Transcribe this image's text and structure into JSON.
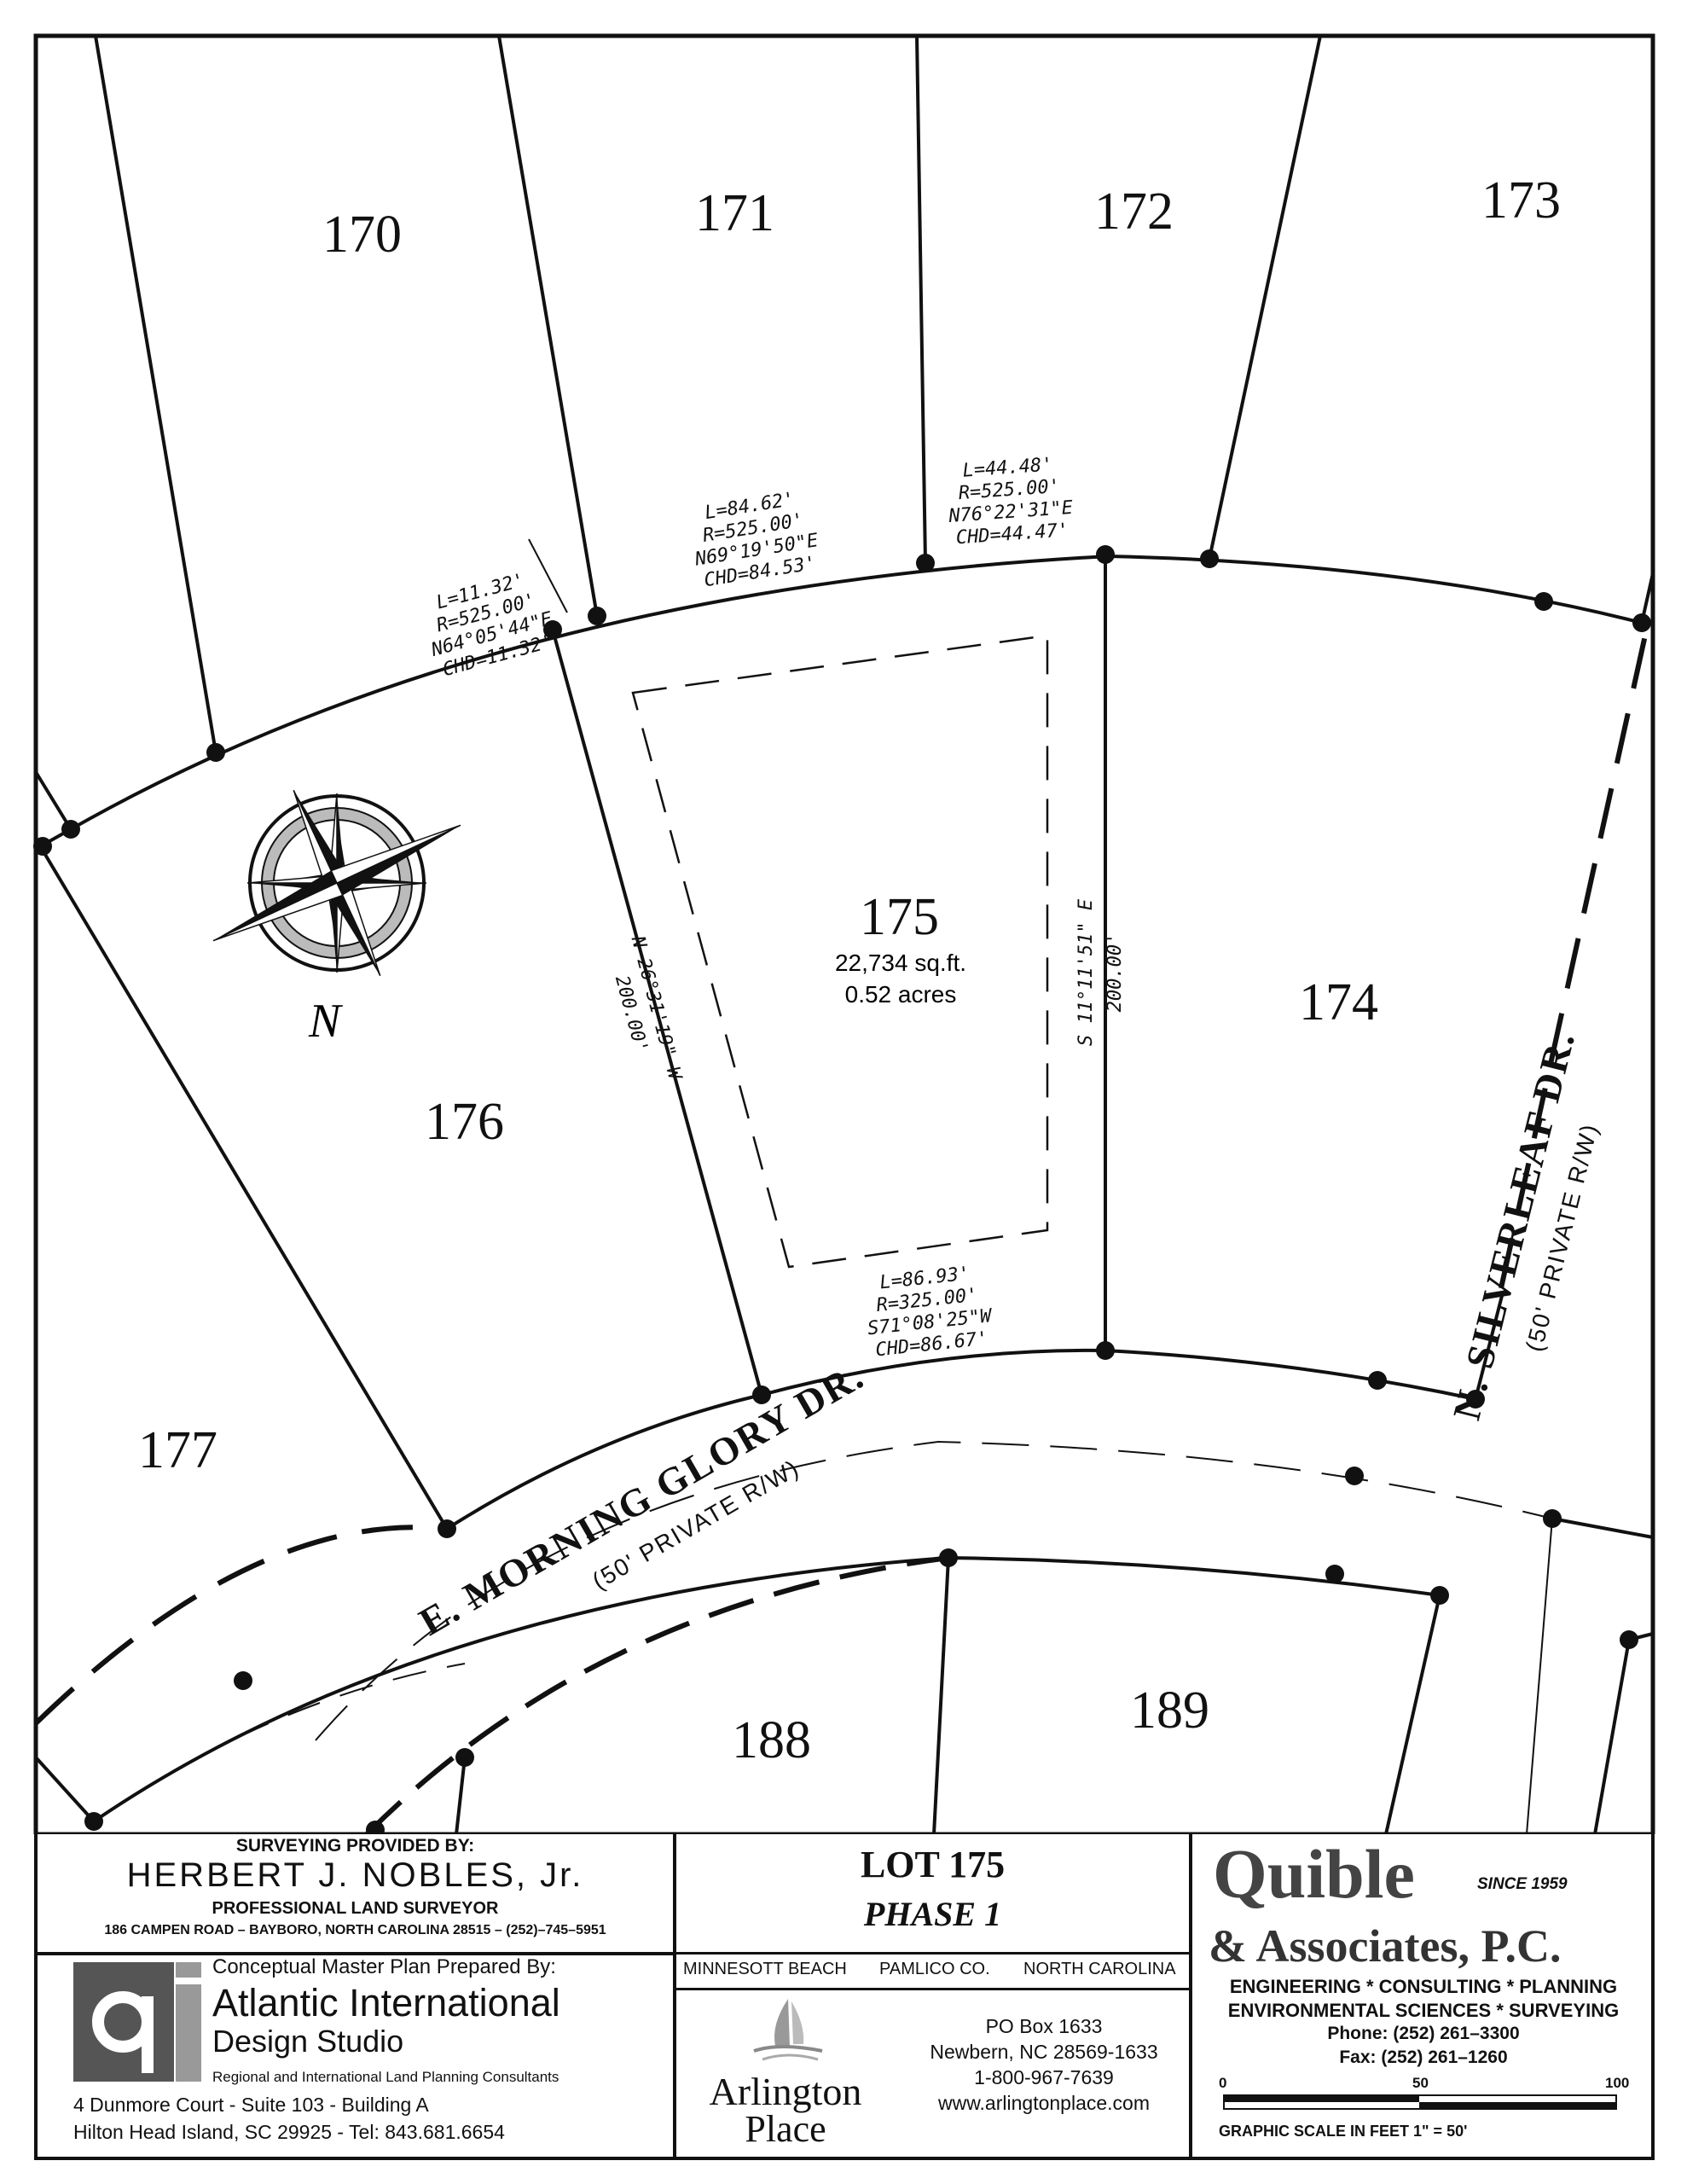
{
  "lots": {
    "l170": "170",
    "l171": "171",
    "l172": "172",
    "l173": "173",
    "l174": "174",
    "l175": "175",
    "l176": "176",
    "l177": "177",
    "l188": "188",
    "l189": "189"
  },
  "lot175_area": {
    "sqft": "22,734 sq.ft.",
    "acres": "0.52 acres"
  },
  "curves": {
    "c1": [
      "L=11.32'",
      "R=525.00'",
      "N64°05'44\"E",
      "CHD=11.32'"
    ],
    "c2": [
      "L=84.62'",
      "R=525.00'",
      "N69°19'50\"E",
      "CHD=84.53'"
    ],
    "c3": [
      "L=44.48'",
      "R=525.00'",
      "N76°22'31\"E",
      "CHD=44.47'"
    ],
    "c4": [
      "L=86.93'",
      "R=325.00'",
      "S71°08'25\"W",
      "CHD=86.67'"
    ]
  },
  "bearings": {
    "west": "N 26°31'19\" W",
    "west_dist": "200.00'",
    "east": "S 11°11'51\" E",
    "east_dist": "200.00'"
  },
  "streets": {
    "morning_glory": "E. MORNING GLORY DR.",
    "morning_glory_row": "(50' PRIVATE R/W)",
    "silverleaf": "N. SILVERLEAF DR.",
    "silverleaf_row": "(50' PRIVATE R/W)"
  },
  "north_label": "N",
  "surveyor": {
    "heading": "SURVEYING PROVIDED BY:",
    "name": "HERBERT J. NOBLES, Jr.",
    "title": "PROFESSIONAL LAND SURVEYOR",
    "address": "186 CAMPEN ROAD – BAYBORO, NORTH CAROLINA 28515 – (252)–745–5951"
  },
  "designer": {
    "heading": "Conceptual Master Plan Prepared By:",
    "name1": "Atlantic International",
    "name2": "Design Studio",
    "tagline": "Regional and International Land Planning Consultants",
    "addr1": "4 Dunmore Court - Suite 103 - Building A",
    "addr2": "Hilton Head Island, SC  29925 - Tel:  843.681.6654"
  },
  "lot_title": {
    "lot": "LOT 175",
    "phase": "PHASE 1"
  },
  "location": {
    "town": "MINNESOTT BEACH",
    "county": "PAMLICO CO.",
    "state": "NORTH CAROLINA"
  },
  "arlington": {
    "brand1": "Arlington",
    "brand2": "Place",
    "po": "PO Box 1633",
    "city": "Newbern, NC 28569-1633",
    "phone": "1-800-967-7639",
    "web": "www.arlingtonplace.com"
  },
  "quible": {
    "name": "Quible",
    "since": "SINCE 1959",
    "name2": "& Associates, P.C.",
    "line1": "ENGINEERING * CONSULTING * PLANNING",
    "line2": "ENVIRONMENTAL SCIENCES * SURVEYING",
    "phone": "Phone:  (252)  261–3300",
    "fax": "Fax:  (252)  261–1260",
    "scale0": "0",
    "scale50": "50",
    "scale100": "100",
    "scale_caption": "GRAPHIC SCALE IN FEET 1\" = 50'"
  }
}
